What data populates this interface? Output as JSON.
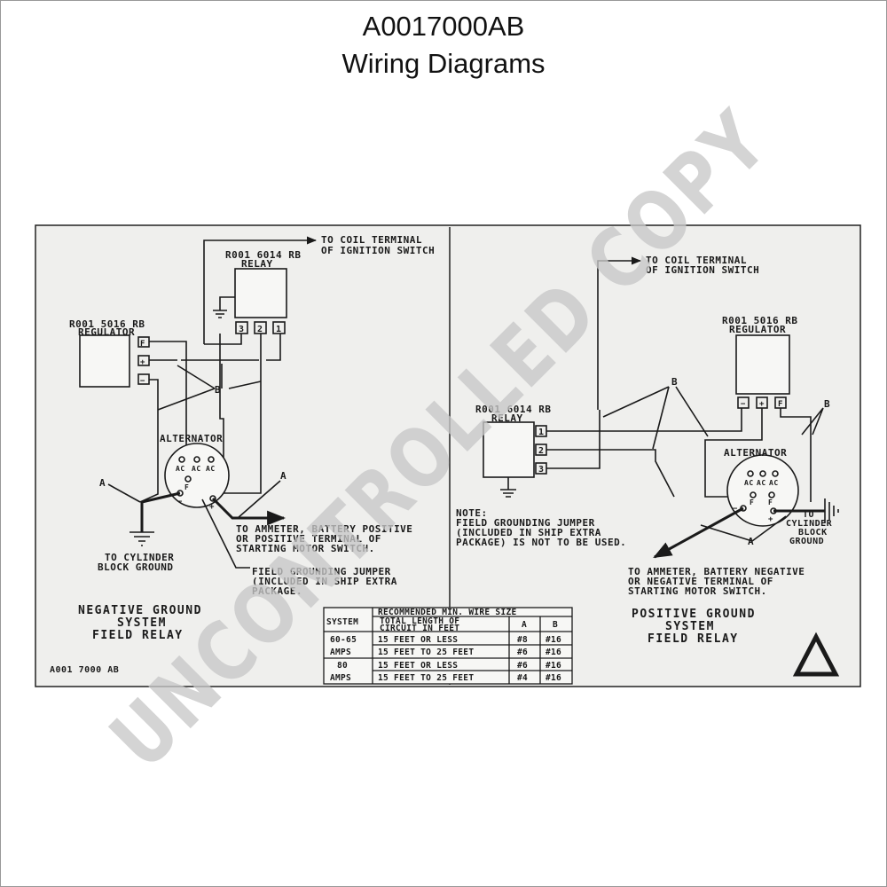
{
  "header": {
    "code": "A0017000AB",
    "subtitle": "Wiring Diagrams"
  },
  "watermark": "UNCONTROLLED COPY",
  "left": {
    "coil_terminal": [
      "TO COIL TERMINAL",
      "OF IGNITION SWITCH"
    ],
    "relay": [
      "R001 6014 RB",
      "RELAY"
    ],
    "relay_terminals": [
      "3",
      "2",
      "1"
    ],
    "regulator": [
      "R001 5016 RB",
      "REGULATOR"
    ],
    "regulator_terminals": [
      "F",
      "+",
      "−"
    ],
    "alternator": "ALTERNATOR",
    "alt_terminals": [
      "AC",
      "AC",
      "AC",
      "F",
      "−",
      "+"
    ],
    "marker_a": "A",
    "marker_b": "B",
    "ammeter": [
      "TO AMMETER, BATTERY POSITIVE",
      "OR POSITIVE TERMINAL OF",
      "STARTING MOTOR SWITCH."
    ],
    "cylinder": [
      "TO CYLINDER",
      "BLOCK GROUND"
    ],
    "jumper": [
      "FIELD GROUNDING JUMPER",
      "(INCLUDED IN SHIP EXTRA",
      "PACKAGE."
    ],
    "system_title": [
      "NEGATIVE GROUND",
      "SYSTEM",
      "FIELD RELAY"
    ],
    "doc_code": "A001 7000 AB"
  },
  "right": {
    "coil_terminal": [
      "TO COIL TERMINAL",
      "OF IGNITION SWITCH"
    ],
    "regulator": [
      "R001 5016 RB",
      "REGULATOR"
    ],
    "regulator_terminals": [
      "−",
      "+",
      "F"
    ],
    "relay": [
      "R001 6014 RB",
      "RELAY"
    ],
    "relay_terminals": [
      "1",
      "2",
      "3"
    ],
    "alternator": "ALTERNATOR",
    "alt_terminals": [
      "AC",
      "AC",
      "AC",
      "F",
      "F",
      "−",
      "+"
    ],
    "marker_a": "A",
    "marker_b": "B",
    "note": [
      "NOTE:",
      "FIELD GROUNDING JUMPER",
      "(INCLUDED IN SHIP EXTRA",
      "PACKAGE) IS NOT TO BE USED."
    ],
    "ground": [
      "TO",
      "CYLINDER",
      "BLOCK",
      "GROUND"
    ],
    "ammeter": [
      "TO AMMETER, BATTERY NEGATIVE",
      "OR NEGATIVE TERMINAL OF",
      "STARTING MOTOR SWITCH."
    ],
    "system_title": [
      "POSITIVE GROUND",
      "SYSTEM",
      "FIELD RELAY"
    ]
  },
  "table": {
    "header_system": "SYSTEM",
    "header_recommended": "RECOMMENDED MIN. WIRE SIZE",
    "header_length": [
      "TOTAL LENGTH OF",
      "CIRCUIT IN FEET"
    ],
    "header_a": "A",
    "header_b": "B",
    "rows": [
      {
        "system": "60-65",
        "length": "15 FEET OR LESS",
        "a": "#8",
        "b": "#16"
      },
      {
        "system": "AMPS",
        "length": "15 FEET TO 25 FEET",
        "a": "#6",
        "b": "#16"
      },
      {
        "system": "80",
        "length": "15 FEET OR LESS",
        "a": "#6",
        "b": "#16"
      },
      {
        "system": "AMPS",
        "length": "15 FEET TO 25 FEET",
        "a": "#4",
        "b": "#16"
      }
    ]
  }
}
